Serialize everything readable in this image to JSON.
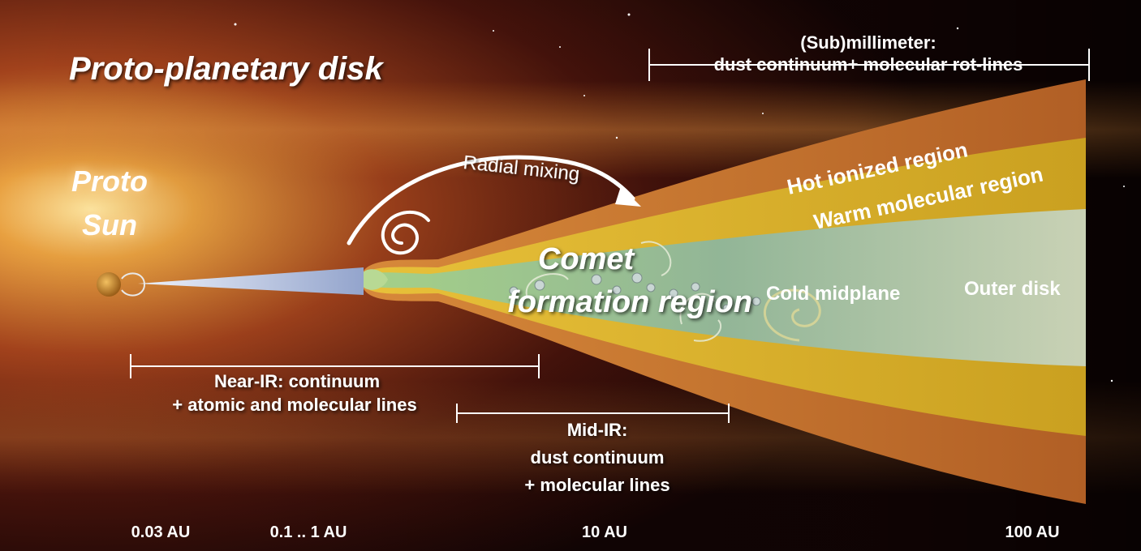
{
  "title": "Proto-planetary disk",
  "proto_sun": {
    "line1": "Proto",
    "line2": "Sun"
  },
  "radial_mixing": "Radial mixing",
  "regions": {
    "hot_ionized": "Hot ionized region",
    "warm_molecular": "Warm molecular region",
    "comet_line1": "Comet",
    "comet_line2": "formation region",
    "cold_midplane": "Cold midplane",
    "outer_disk": "Outer disk"
  },
  "wavebands": {
    "submm_line1": "(Sub)millimeter:",
    "submm_line2": "dust continuum+ molecular rot-lines",
    "nearir_line1": "Near-IR: continuum",
    "nearir_line2": "+ atomic and molecular lines",
    "midir_line1": "Mid-IR:",
    "midir_line2": "dust continuum",
    "midir_line3": "+ molecular lines"
  },
  "distances": [
    "0.03 AU",
    "0.1 .. 1 AU",
    "10 AU",
    "100 AU"
  ],
  "colors": {
    "outer_layer": "#b8692a",
    "warm_layer": "#d4a821",
    "midplane": "#8fb9a0",
    "inner_disk": "#aab6d6",
    "sun": "#c98a2a",
    "background_dark": "#1a0806",
    "background_glow": "#e8a040"
  }
}
